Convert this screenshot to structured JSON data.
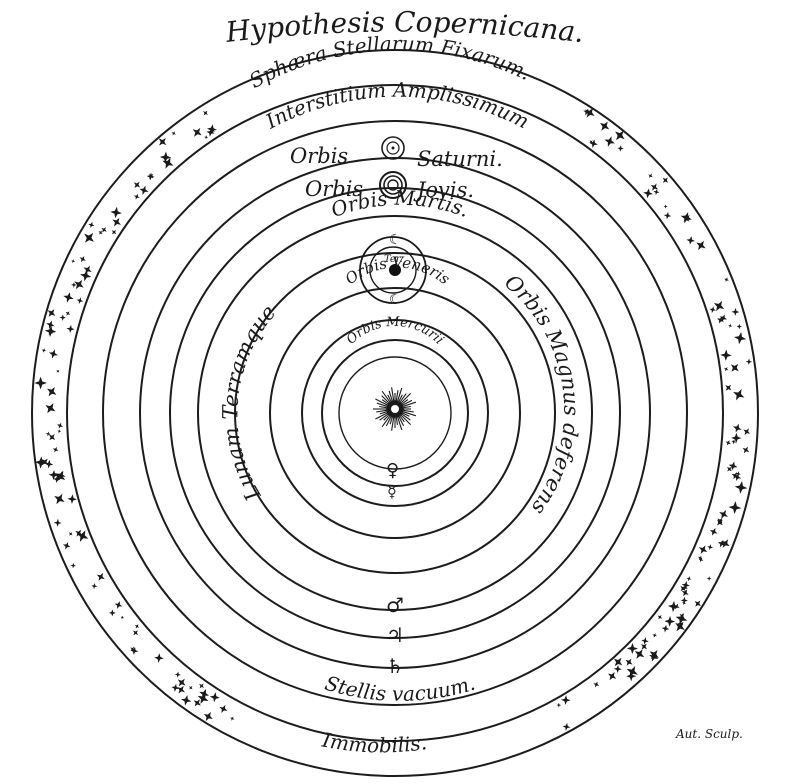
{
  "title": "Hypothesis Copernicana.",
  "labels": {
    "fixed_stars_sphere": "Sphæra Stellarum Fixarum.",
    "immobilis": "Immobilis.",
    "interstitium": "Interstitium Amplissimum",
    "stellis_vacuum": "Stellis vacuum.",
    "saturn_orbit": [
      "Orbis",
      "Saturni."
    ],
    "jupiter_orbit": [
      "Orbis",
      "Jovis."
    ],
    "mars_orbit": "Orbis Martis.",
    "great_orbit": "Orbis Magnus deferens",
    "earth_moon": "Lunam Terramque",
    "earth": "Ter.",
    "venus_orbit": "Orbis Veneris",
    "mercury_orbit": "Orbis Mercurii"
  },
  "symbols": {
    "mars": "♂",
    "jupiter": "♃",
    "saturn": "♄",
    "venus": "♀",
    "mercury": "☿",
    "moon": "☾"
  },
  "signature": "Aut. Sculp."
}
